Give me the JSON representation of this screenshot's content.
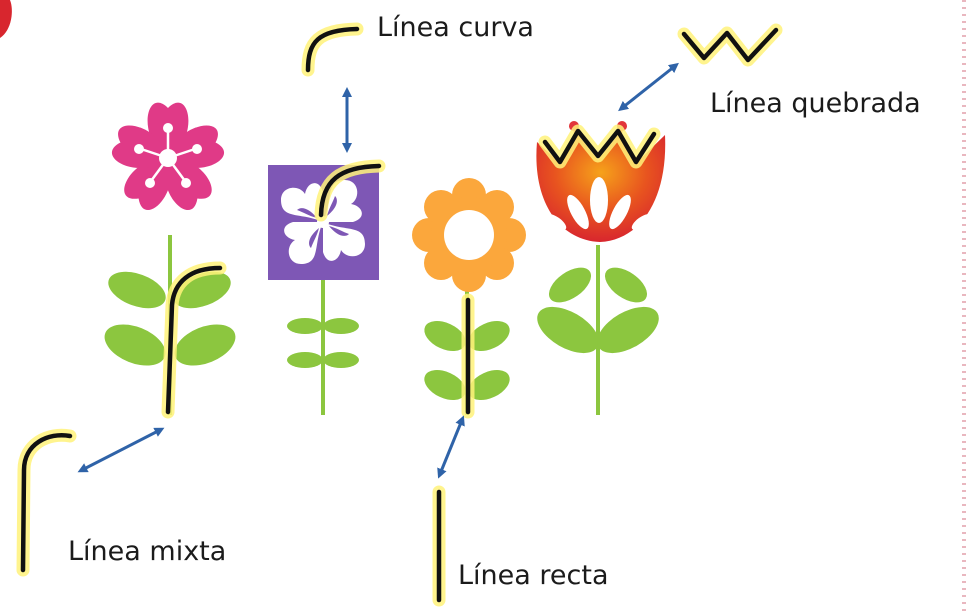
{
  "labels": {
    "curved": "Línea curva",
    "zigzag": "Línea quebrada",
    "mixed": "Línea mixta",
    "straight": "Línea recta"
  },
  "colors": {
    "pink_flower": "#e03a87",
    "purple_flower": "#7e57b5",
    "orange_flower": "#fba73c",
    "red_tulip": "#e2353a",
    "stem_green": "#8cc63f",
    "arrow_blue": "#2f63a8",
    "highlight_yellow": "#fff27a",
    "line_black": "#111111"
  }
}
